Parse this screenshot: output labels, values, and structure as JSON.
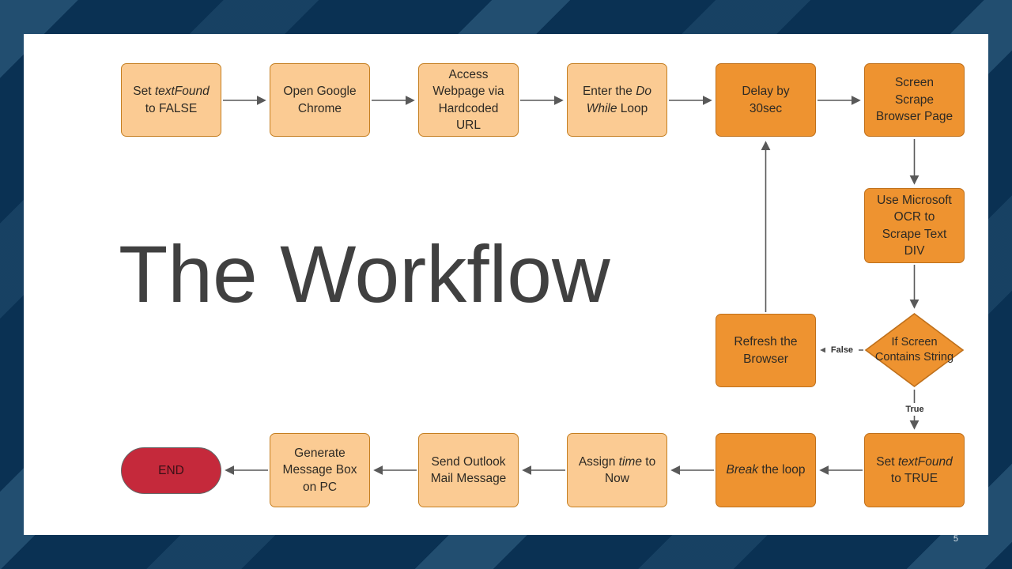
{
  "slide": {
    "title": "The Workflow",
    "page_number": "5"
  },
  "colors": {
    "background_navy": "#0A3153",
    "background_stripe": "#2E6A93",
    "slide_background": "#FFFFFF",
    "light_node_fill": "#FBCB93",
    "light_node_border": "#C57F21",
    "dark_node_fill": "#EE9330",
    "dark_node_border": "#BF701B",
    "end_node_fill": "#C5293B",
    "end_node_border": "#666666",
    "node_text": "#2E2A24",
    "arrow": "#595959",
    "title_text": "#404040"
  },
  "flowchart": {
    "edge_labels": {
      "false_label": "False",
      "true_label": "True"
    },
    "nodes": [
      {
        "id": "set-textfound-false",
        "shape": "rect",
        "tone": "light",
        "label": "Set textFound to FALSE",
        "segments": [
          {
            "t": "Set "
          },
          {
            "t": "textFound",
            "i": true
          },
          {
            "t": " to FALSE"
          }
        ]
      },
      {
        "id": "open-google-chrome",
        "shape": "rect",
        "tone": "light",
        "label": "Open Google Chrome",
        "segments": [
          {
            "t": "Open Google Chrome"
          }
        ]
      },
      {
        "id": "access-webpage-url",
        "shape": "rect",
        "tone": "light",
        "label": "Access Webpage via Hardcoded URL",
        "segments": [
          {
            "t": "Access Webpage via Hardcoded URL"
          }
        ]
      },
      {
        "id": "enter-do-while-loop",
        "shape": "rect",
        "tone": "light",
        "label": "Enter the Do While Loop",
        "segments": [
          {
            "t": "Enter the "
          },
          {
            "t": "Do While",
            "i": true
          },
          {
            "t": " Loop"
          }
        ]
      },
      {
        "id": "delay-30sec",
        "shape": "rect",
        "tone": "dark",
        "label": "Delay by 30sec",
        "segments": [
          {
            "t": "Delay by 30sec"
          }
        ]
      },
      {
        "id": "screen-scrape-browser",
        "shape": "rect",
        "tone": "dark",
        "label": "Screen Scrape Browser Page",
        "segments": [
          {
            "t": "Screen Scrape Browser Page"
          }
        ]
      },
      {
        "id": "microsoft-ocr-scrape",
        "shape": "rect",
        "tone": "dark",
        "label": "Use Microsoft OCR to Scrape Text DIV",
        "segments": [
          {
            "t": "Use Microsoft OCR to Scrape Text DIV"
          }
        ]
      },
      {
        "id": "if-screen-contains-string",
        "shape": "diamond",
        "tone": "dark",
        "label": "If Screen Contains String",
        "segments": [
          {
            "t": "If Screen Contains String"
          }
        ]
      },
      {
        "id": "refresh-browser",
        "shape": "rect",
        "tone": "dark",
        "label": "Refresh the Browser",
        "segments": [
          {
            "t": "Refresh the Browser"
          }
        ]
      },
      {
        "id": "set-textfound-true",
        "shape": "rect",
        "tone": "dark",
        "label": "Set textFound to TRUE",
        "segments": [
          {
            "t": "Set "
          },
          {
            "t": "textFound",
            "i": true
          },
          {
            "t": " to TRUE"
          }
        ]
      },
      {
        "id": "break-the-loop",
        "shape": "rect",
        "tone": "dark",
        "label": "Break the loop",
        "segments": [
          {
            "t": "Break",
            "i": true
          },
          {
            "t": " the loop"
          }
        ]
      },
      {
        "id": "assign-time-to-now",
        "shape": "rect",
        "tone": "light",
        "label": "Assign time to Now",
        "segments": [
          {
            "t": "Assign "
          },
          {
            "t": "time",
            "i": true
          },
          {
            "t": " to Now"
          }
        ]
      },
      {
        "id": "send-outlook-mail",
        "shape": "rect",
        "tone": "light",
        "label": "Send Outlook Mail Message",
        "segments": [
          {
            "t": "Send Outlook Mail Message"
          }
        ]
      },
      {
        "id": "generate-message-box",
        "shape": "rect",
        "tone": "light",
        "label": "Generate Message Box on PC",
        "segments": [
          {
            "t": "Generate Message Box on PC"
          }
        ]
      },
      {
        "id": "end",
        "shape": "stadium",
        "tone": "red",
        "label": "END",
        "segments": [
          {
            "t": "END"
          }
        ]
      }
    ]
  }
}
